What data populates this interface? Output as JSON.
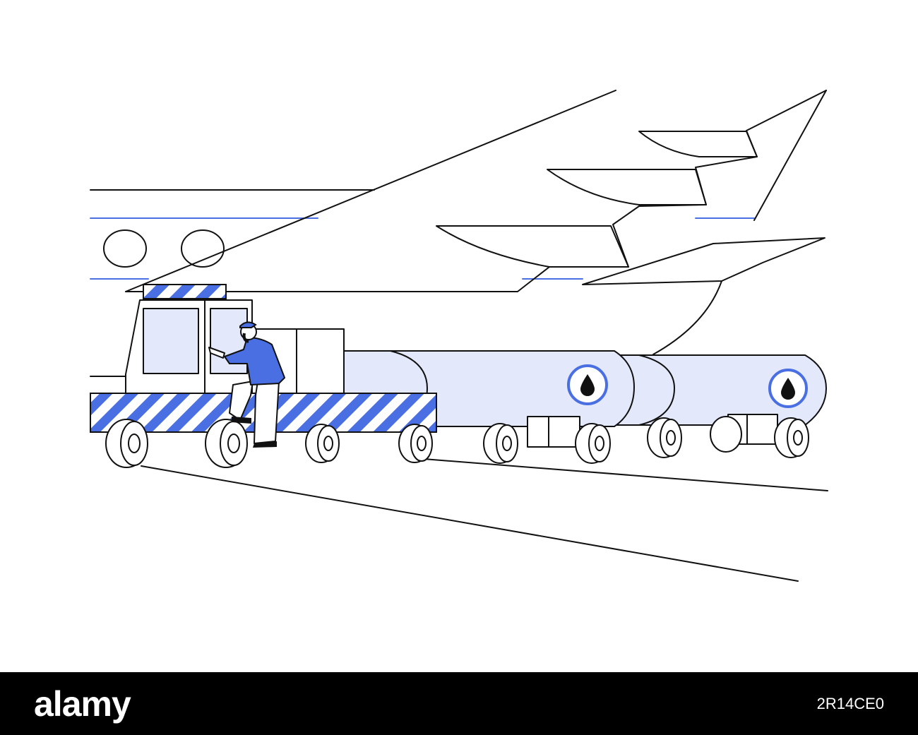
{
  "scene": {
    "subject": "airplane-refueling-truck-illustration",
    "colors": {
      "accent": "#4a6fe3",
      "fill": "#e3e8fb",
      "outline": "#111111",
      "background": "#ffffff"
    },
    "icons": [
      "fuel-drop-icon",
      "fuel-drop-icon"
    ]
  },
  "banner": {
    "brand": "alamy",
    "image_id": "2R14CE0"
  }
}
